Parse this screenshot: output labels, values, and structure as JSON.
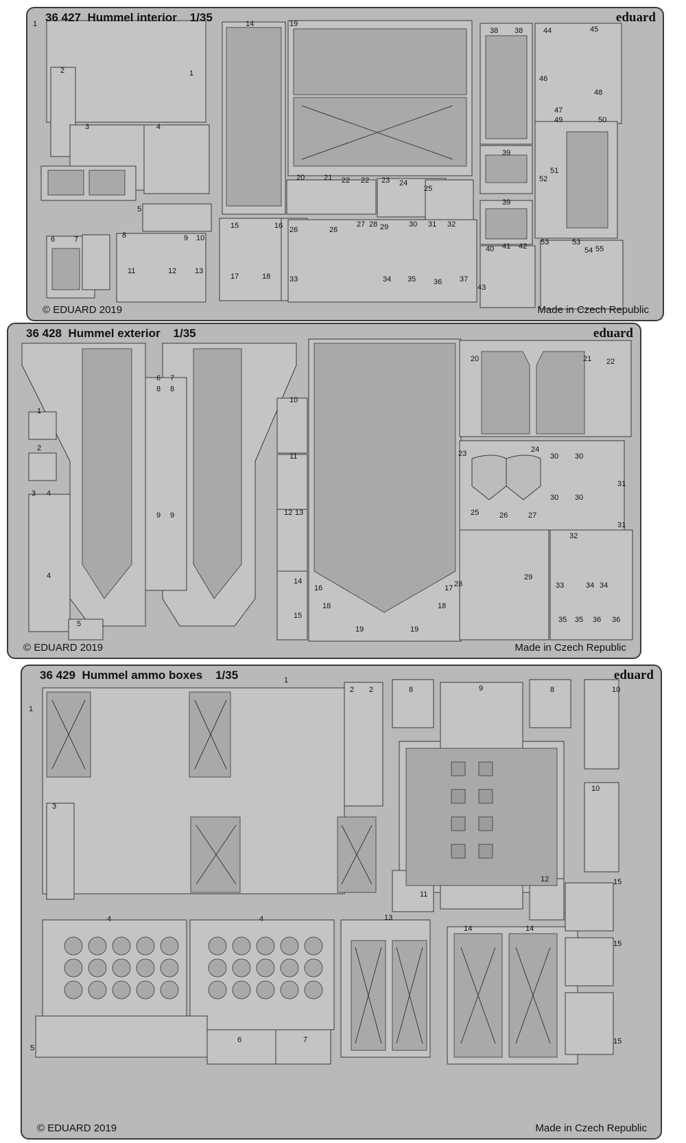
{
  "frets": [
    {
      "code": "36 427",
      "title": "Hummel interior",
      "scale": "1/35",
      "brand": "eduard",
      "copyright": "© EDUARD 2019",
      "origin": "Made in Czech Republic",
      "part_numbers": [
        "1",
        "2",
        "3",
        "4",
        "5",
        "6",
        "7",
        "8",
        "9",
        "10",
        "11",
        "12",
        "13",
        "14",
        "15",
        "16",
        "17",
        "18",
        "19",
        "20",
        "21",
        "22",
        "23",
        "24",
        "25",
        "26",
        "27",
        "28",
        "29",
        "30",
        "31",
        "32",
        "33",
        "34",
        "35",
        "36",
        "37",
        "38",
        "39",
        "40",
        "41",
        "42",
        "43",
        "44",
        "45",
        "46",
        "47",
        "48",
        "49",
        "50",
        "51",
        "52",
        "53",
        "54",
        "55"
      ]
    },
    {
      "code": "36 428",
      "title": "Hummel exterior",
      "scale": "1/35",
      "brand": "eduard",
      "copyright": "© EDUARD 2019",
      "origin": "Made in Czech Republic",
      "part_numbers": [
        "1",
        "2",
        "3",
        "4",
        "5",
        "6",
        "7",
        "8",
        "9",
        "10",
        "11",
        "12",
        "13",
        "14",
        "15",
        "16",
        "17",
        "18",
        "19",
        "20",
        "21",
        "22",
        "23",
        "24",
        "25",
        "26",
        "27",
        "28",
        "29",
        "30",
        "31",
        "32",
        "33",
        "34",
        "35",
        "36"
      ]
    },
    {
      "code": "36 429",
      "title": "Hummel ammo boxes",
      "scale": "1/35",
      "brand": "eduard",
      "copyright": "© EDUARD 2019",
      "origin": "Made in Czech Republic",
      "part_numbers": [
        "1",
        "2",
        "3",
        "4",
        "5",
        "6",
        "7",
        "8",
        "9",
        "10",
        "11",
        "12",
        "13",
        "14",
        "15"
      ]
    }
  ],
  "colors": {
    "fret": "#b9b9b9",
    "part": "#c4c4c4",
    "shade": "#a9a9a9",
    "outline": "#3a3a3a"
  }
}
